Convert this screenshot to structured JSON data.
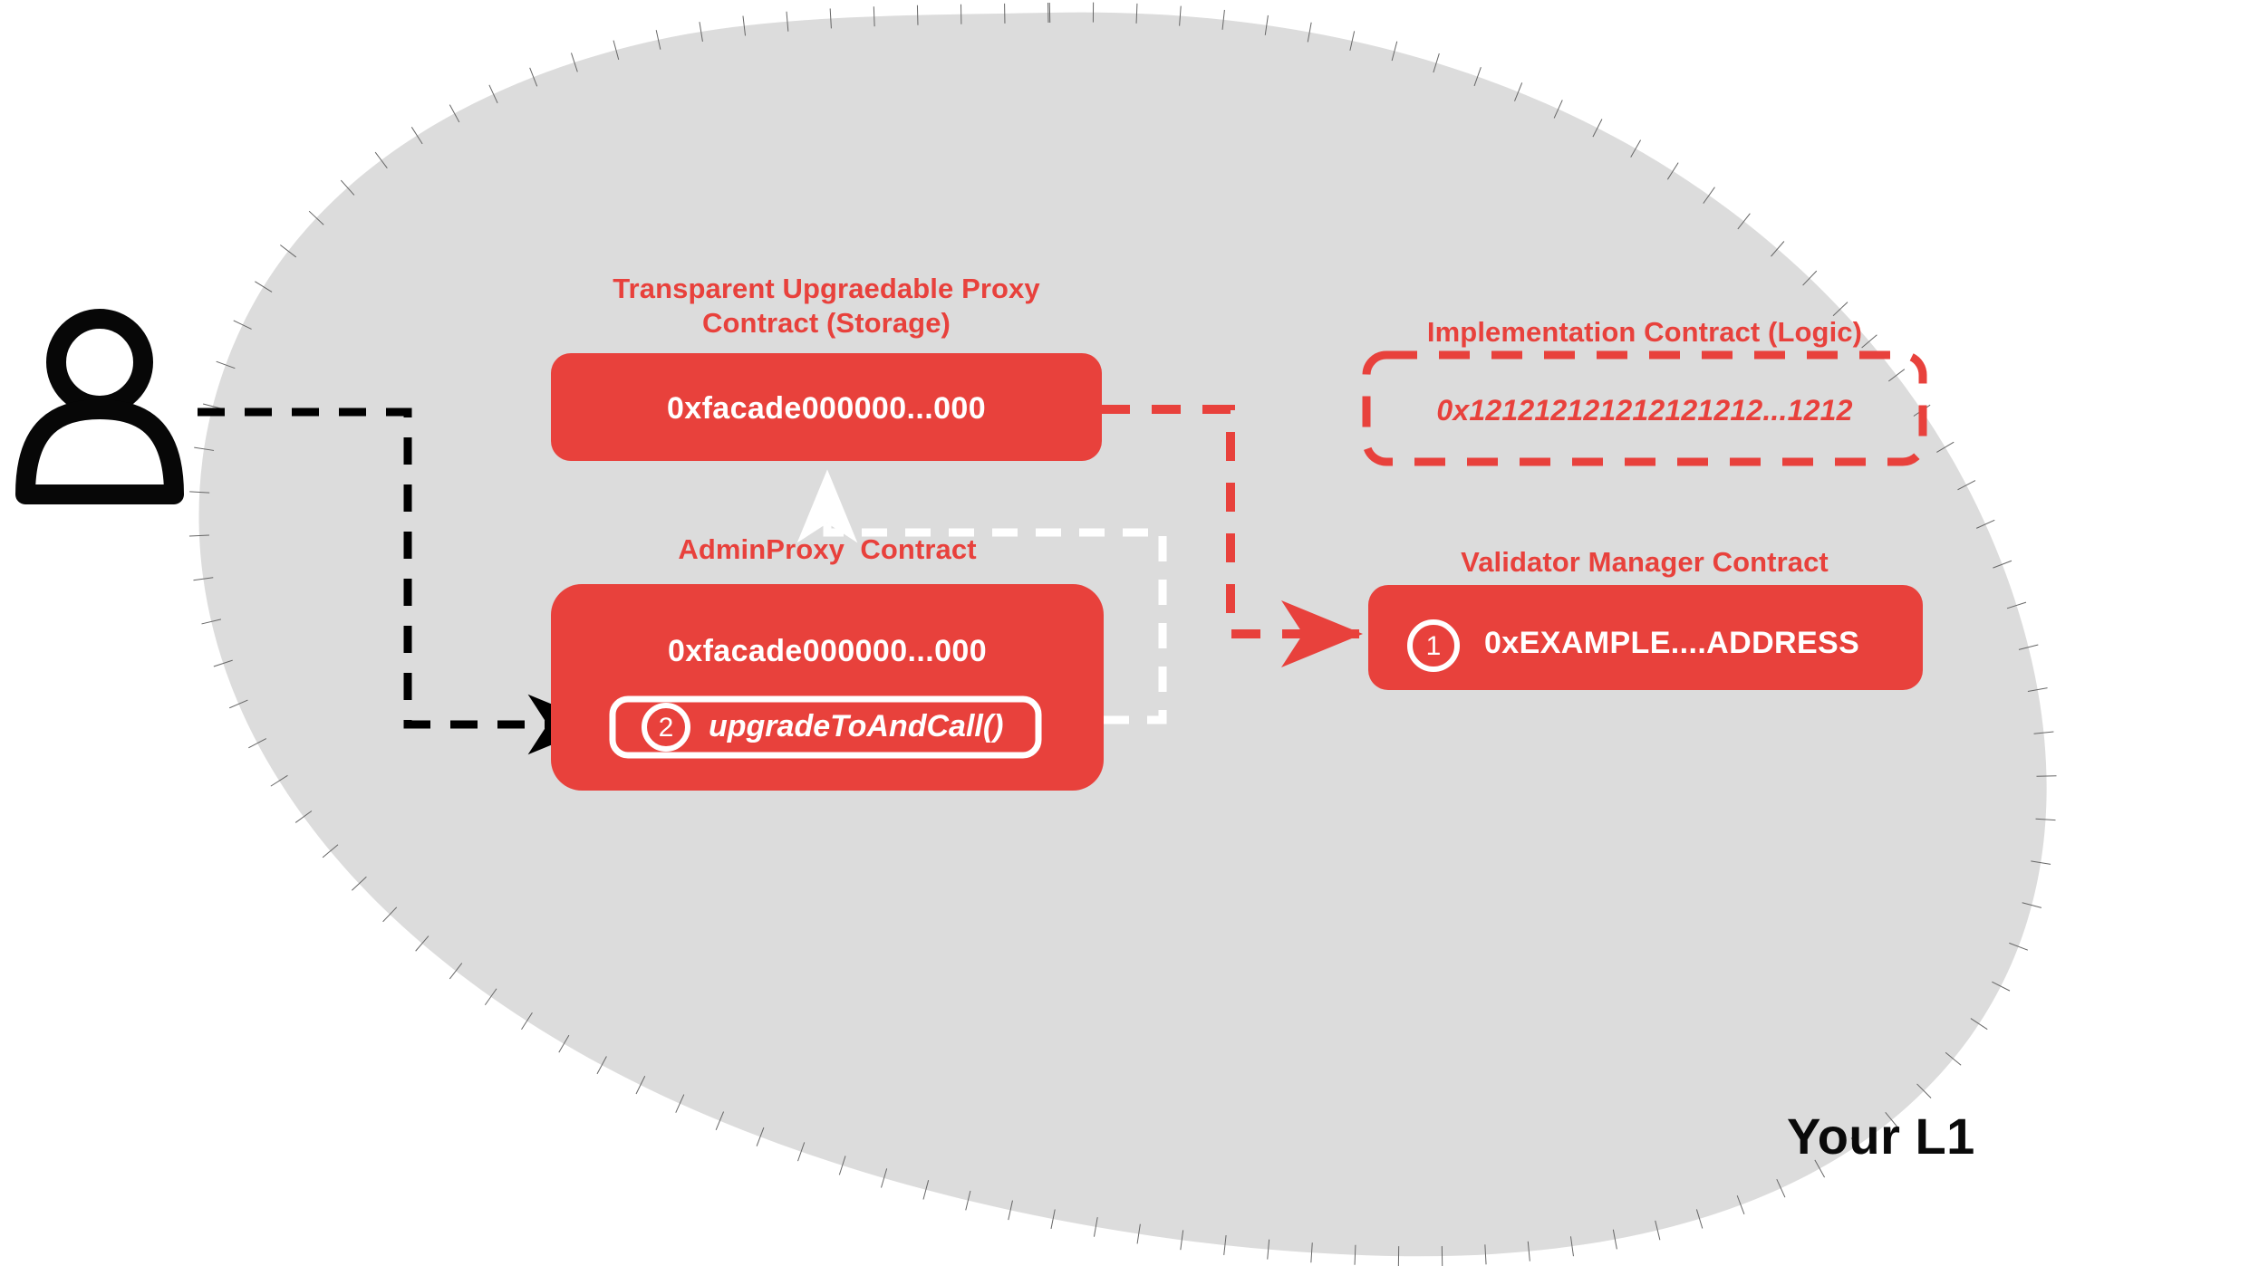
{
  "diagram": {
    "region_label": "Your L1",
    "actor": {
      "icon": "user-person-icon"
    },
    "colors": {
      "accent_red": "#E8413C",
      "blob_fill": "#DCDCDC",
      "blob_border_dots": "#666666",
      "black_flow": "#000000",
      "white_flow": "#FFFFFF"
    },
    "nodes": [
      {
        "id": "transparent-proxy",
        "title": "Transparent Upgraedable Proxy\nContract (Storage)",
        "address": "0xfacade000000...000",
        "style": "solid-red-filled"
      },
      {
        "id": "implementation-contract",
        "title": "Implementation Contract (Logic)",
        "address": "0x121212121212121212...1212",
        "style": "dashed-red-outline"
      },
      {
        "id": "adminproxy-contract",
        "title": "AdminProxy  Contract",
        "address": "0xfacade000000...000",
        "style": "solid-red-filled",
        "method_pill": {
          "step": "2",
          "label": "upgradeToAndCall()"
        }
      },
      {
        "id": "validator-manager-contract",
        "title": "Validator Manager Contract",
        "step": "1",
        "address": "0xEXAMPLE....ADDRESS",
        "style": "solid-red-filled"
      }
    ],
    "connectors": [
      {
        "id": "user-to-adminproxy",
        "style": "black-dashed-arrow",
        "from": "actor",
        "to": "adminproxy-method-pill"
      },
      {
        "id": "proxy-to-validator-manager",
        "style": "red-dashed-arrow",
        "from": "transparent-proxy",
        "to": "validator-manager-contract"
      },
      {
        "id": "adminproxy-to-proxy",
        "style": "white-dashed-arrow",
        "from": "adminproxy-contract",
        "to": "transparent-proxy"
      }
    ]
  }
}
